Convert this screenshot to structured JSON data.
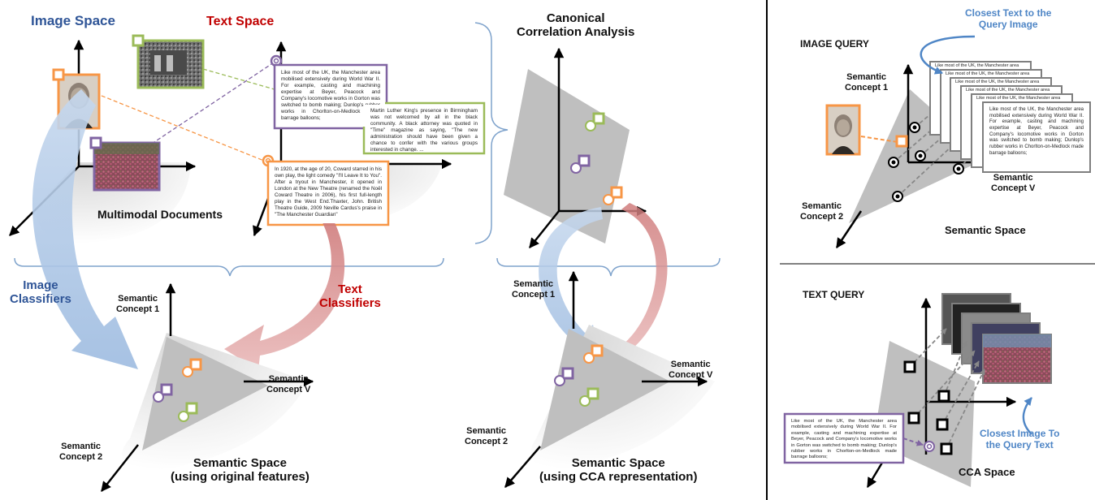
{
  "left_panel": {
    "image_space": "Image Space",
    "text_space": "Text Space",
    "multimodal_documents": "Multimodal Documents",
    "image_classifiers": [
      "Image",
      "Classifiers"
    ],
    "text_classifiers": [
      "Text",
      "Classifiers"
    ],
    "semantic_concept_1": [
      "Semantic",
      "Concept 1"
    ],
    "semantic_concept_v": [
      "Semantic",
      "Concept V"
    ],
    "semantic_concept_2": [
      "Semantic",
      "Concept 2"
    ],
    "semantic_space": [
      "Semantic Space",
      "(using original features)"
    ],
    "text_boxes": {
      "uk": "Like most of the UK, the Manchester area mobilised extensively during World War II. For example, casting and machining expertise at Beyer, Peacock and Company's locomotive works in Gorton was switched to bomb making; Dunlop's rubber works in Chorlton-on-Medlock made barrage balloons;",
      "mlk": "Martin Luther King's presence in Birmingham was not welcomed by all in the black community. A black attorney was quoted in \"Time\" magazine as saying, \"The new administration should have been given a chance to confer with the various groups interested in change. ...",
      "coward": "In 1920, at the age of 20, Coward starred in his own play, the light comedy \"I'll Leave It to You\". After a tryout in Manchester, it opened in London at the New Theatre (renamed the Noël Coward Theatre in 2006), his first full-length play in the West End.Thaxter, John. British Theatre Guide, 2009 Neville Cardus's praise in \"The Manchester Guardian\""
    }
  },
  "middle_panel": {
    "cca_title": [
      "Canonical",
      "Correlation Analysis"
    ],
    "semantic_concept_1": [
      "Semantic",
      "Concept 1"
    ],
    "semantic_concept_v": [
      "Semantic",
      "Concept V"
    ],
    "semantic_concept_2": [
      "Semantic",
      "Concept 2"
    ],
    "semantic_space": [
      "Semantic Space",
      "(using CCA representation)"
    ]
  },
  "right_top": {
    "title": "IMAGE QUERY",
    "closest_text": [
      "Closest Text to the",
      "Query Image"
    ],
    "semantic_concept_1": [
      "Semantic",
      "Concept 1"
    ],
    "semantic_concept_v": [
      "Semantic",
      "Concept V"
    ],
    "semantic_concept_2": [
      "Semantic",
      "Concept 2"
    ],
    "semantic_space": "Semantic Space",
    "stack_header": "Like most of the UK, the Manchester area",
    "stack_text": "Like most of the UK, the Manchester area mobilised extensively during World War II. For example, casting and machining expertise at Beyer, Peacock and Company's locomotive works in Gorton was switched to bomb making; Dunlop's rubber works in Chorlton-on-Medlock made barrage balloons;"
  },
  "right_bottom": {
    "title": "TEXT QUERY",
    "closest_image": [
      "Closest Image To",
      "the Query Text"
    ],
    "cca_space": "CCA Space",
    "query_text": "Like most of the UK, the Manchester area mobilised extensively during World War II. For example, casting and machining expertise at Beyer, Peacock and Company's locomotive works in Gorton was switched to bomb making; Dunlop's rubber works in Chorlton-on-Medlock made barrage balloons;"
  },
  "colors": {
    "orange": "#f79646",
    "purple": "#8064a2",
    "green": "#9bbb59",
    "blue_title": "#2f5597",
    "red_title": "#c00000",
    "light_blue": "#4f86c6",
    "gray_plane": "#bfbfbf"
  }
}
